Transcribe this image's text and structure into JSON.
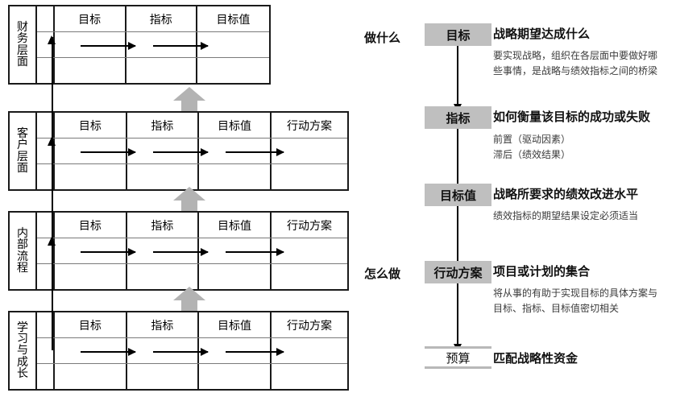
{
  "left_panel": {
    "name": "balanced-scorecard-perspectives",
    "column_headers_4": [
      "目标",
      "指标",
      "目标值",
      "行动方案"
    ],
    "column_headers_3": [
      "目标",
      "指标",
      "目标值"
    ],
    "perspectives": [
      {
        "label": "财务层面",
        "columns": [
          "目标",
          "指标",
          "目标值"
        ],
        "arrow_count": 2
      },
      {
        "label": "客户层面",
        "columns": [
          "目标",
          "指标",
          "目标值",
          "行动方案"
        ],
        "arrow_count": 3
      },
      {
        "label": "内部流程",
        "columns": [
          "目标",
          "指标",
          "目标值",
          "行动方案"
        ],
        "arrow_count": 3
      },
      {
        "label": "学习与成长",
        "columns": [
          "目标",
          "指标",
          "目标值",
          "行动方案"
        ],
        "arrow_count": 3
      }
    ]
  },
  "right_panel": {
    "name": "strategy-definition-flow",
    "side_labels": [
      {
        "text": "做什么"
      },
      {
        "text": "怎么做"
      }
    ],
    "steps": [
      {
        "box": "目标",
        "box_style": "filled",
        "title": "战略期望达成什么",
        "body": "要实现战略，组织在各层面中要做好哪些事情，是战略与绩效指标之间的桥梁",
        "bullets": []
      },
      {
        "box": "指标",
        "box_style": "filled",
        "title": "如何衡量该目标的成功或失败",
        "body": "",
        "bullets": [
          "前置（驱动因素）",
          "滞后（绩效结果）"
        ]
      },
      {
        "box": "目标值",
        "box_style": "filled",
        "title": "战略所要求的绩效改进水平",
        "body": "绩效指标的期望结果设定必须适当",
        "bullets": []
      },
      {
        "box": "行动方案",
        "box_style": "filled",
        "title": "项目或计划的集合",
        "body": "将从事的有助于实现目标的具体方案与目标、指标、目标值密切相关",
        "bullets": []
      },
      {
        "box": "预算",
        "box_style": "open",
        "title": "匹配战略性资金",
        "body": "",
        "bullets": []
      }
    ]
  },
  "colors": {
    "box_fill": "#bfbfbf",
    "block_arrow": "#b3b3b3",
    "table_border": "#1a1a1a",
    "inner_rule": "#7a7a7a",
    "text": "#111111",
    "body_text": "#3b3b3b"
  }
}
